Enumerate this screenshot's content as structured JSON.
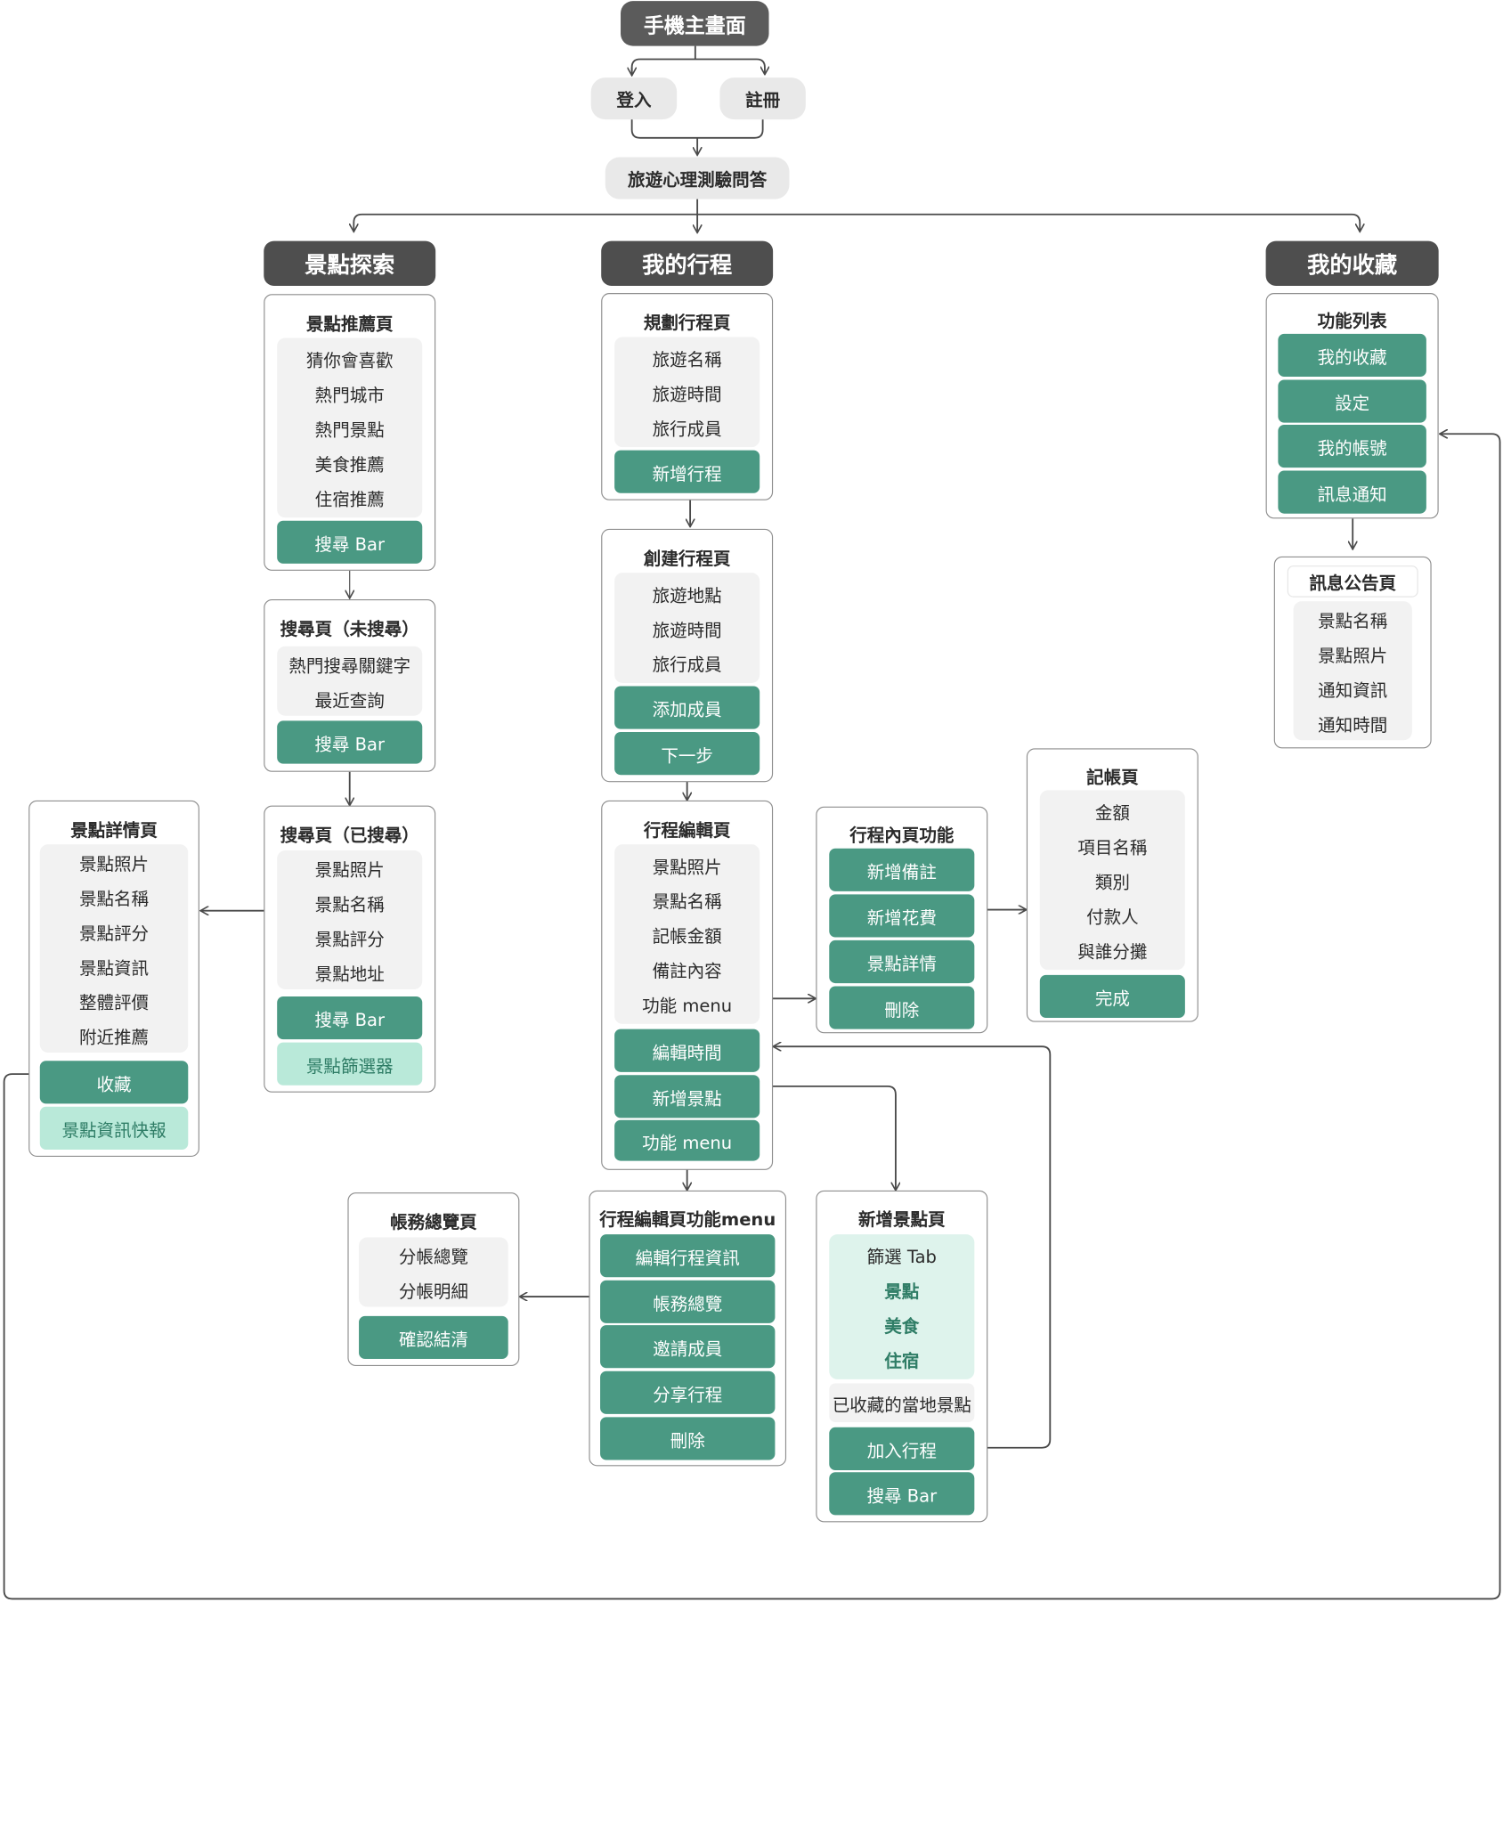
{
  "top": {
    "main_screen": "手機主畫面",
    "login": "登入",
    "register": "註冊",
    "quiz": "旅遊心理測驗問答"
  },
  "sections": {
    "explore": "景點探索",
    "trips": "我的行程",
    "favorites": "我的收藏"
  },
  "explore": {
    "recommend_page": {
      "title": "景點推薦頁",
      "items": [
        "猜你會喜歡",
        "熱門城市",
        "熱門景點",
        "美食推薦",
        "住宿推薦"
      ],
      "search_button": "搜尋 Bar"
    },
    "search_before": {
      "title": "搜尋頁（未搜尋）",
      "items": [
        "熱門搜尋關鍵字",
        "最近查詢"
      ],
      "search_button": "搜尋 Bar"
    },
    "search_after": {
      "title": "搜尋頁（已搜尋）",
      "items": [
        "景點照片",
        "景點名稱",
        "景點評分",
        "景點地址"
      ],
      "search_button": "搜尋 Bar",
      "filter_button": "景點篩選器"
    },
    "detail_page": {
      "title": "景點詳情頁",
      "items": [
        "景點照片",
        "景點名稱",
        "景點評分",
        "景點資訊",
        "整體評價",
        "附近推薦"
      ],
      "favorite_button": "收藏",
      "news_button": "景點資訊快報"
    }
  },
  "trips": {
    "plan_page": {
      "title": "規劃行程頁",
      "items": [
        "旅遊名稱",
        "旅遊時間",
        "旅行成員"
      ],
      "add_trip_button": "新增行程"
    },
    "create_page": {
      "title": "創建行程頁",
      "items": [
        "旅遊地點",
        "旅遊時間",
        "旅行成員"
      ],
      "add_member_button": "添加成員",
      "next_button": "下一步"
    },
    "edit_page": {
      "title": "行程編輯頁",
      "items": [
        "景點照片",
        "景點名稱",
        "記帳金額",
        "備註內容",
        "功能 menu"
      ],
      "edit_time_button": "編輯時間",
      "add_spot_button": "新增景點",
      "menu_button": "功能 menu"
    },
    "inner_functions": {
      "title": "行程內頁功能",
      "buttons": [
        "新增備註",
        "新增花費",
        "景點詳情",
        "刪除"
      ]
    },
    "ledger_page": {
      "title": "記帳頁",
      "items": [
        "金額",
        "項目名稱",
        "類別",
        "付款人",
        "與誰分攤"
      ],
      "done_button": "完成"
    },
    "edit_menu": {
      "title": "行程編輯頁功能menu",
      "buttons": [
        "編輯行程資訊",
        "帳務總覽",
        "邀請成員",
        "分享行程",
        "刪除"
      ]
    },
    "accounts_page": {
      "title": "帳務總覽頁",
      "items": [
        "分帳總覽",
        "分帳明細"
      ],
      "confirm_button": "確認結清"
    },
    "add_spot_page": {
      "title": "新增景點頁",
      "filter_items": [
        "篩選 Tab",
        "景點",
        "美食",
        "住宿"
      ],
      "saved_local": "已收藏的當地景點",
      "add_to_trip_button": "加入行程",
      "search_button": "搜尋 Bar"
    }
  },
  "favorites": {
    "function_list": {
      "title": "功能列表",
      "buttons": [
        "我的收藏",
        "設定",
        "我的帳號",
        "訊息通知"
      ]
    },
    "notice_page": {
      "title": "訊息公告頁",
      "items": [
        "景點名稱",
        "景點照片",
        "通知資訊",
        "通知時間"
      ]
    }
  },
  "colors": {
    "teal_button": "#4a9983",
    "mint_button": "#b9e9d9",
    "mint_panel": "#def3ec",
    "dark_header": "#4e4e4e",
    "light_panel": "#f2f2f2",
    "connector": "#4a4a4a"
  }
}
